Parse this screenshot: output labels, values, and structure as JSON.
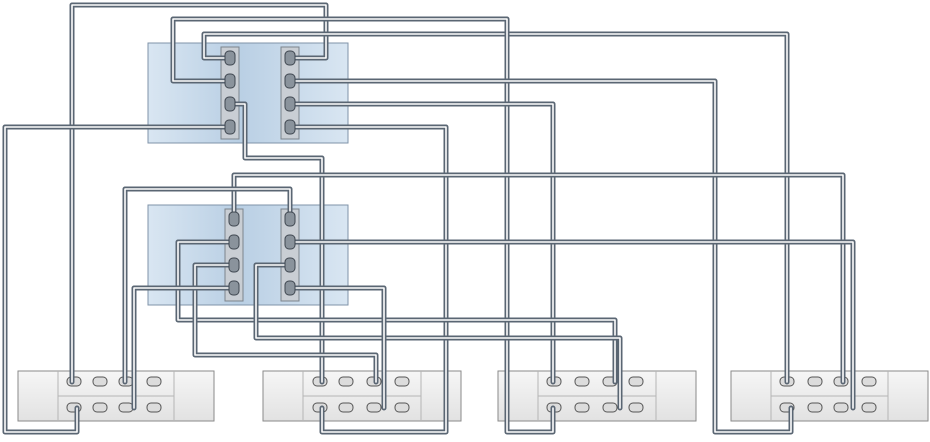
{
  "diagram": {
    "kind": "cabling-diagram",
    "colors": {
      "background": "#ffffff",
      "cable_outer": "#5a6673",
      "cable_inner": "#ffffff",
      "controller_fill_light": "#d9e6f2",
      "controller_fill_dark": "#a9c2dc",
      "controller_border": "#7f93a8",
      "card_fill": "#c9ced4",
      "card_border": "#7c848c",
      "port_fill": "#8a939c",
      "port_border": "#3f4750",
      "shelf_fill": "#eeeeee",
      "shelf_border": "#8a8a8a"
    },
    "controllers": [
      {
        "id": "controller-1",
        "cards": 2,
        "ports_per_card": 4
      },
      {
        "id": "controller-2",
        "cards": 2,
        "ports_per_card": 4
      }
    ],
    "disk_shelves": [
      {
        "id": "disk-shelf-1"
      },
      {
        "id": "disk-shelf-2"
      },
      {
        "id": "disk-shelf-3"
      },
      {
        "id": "disk-shelf-4"
      }
    ],
    "cable_count": 16
  }
}
